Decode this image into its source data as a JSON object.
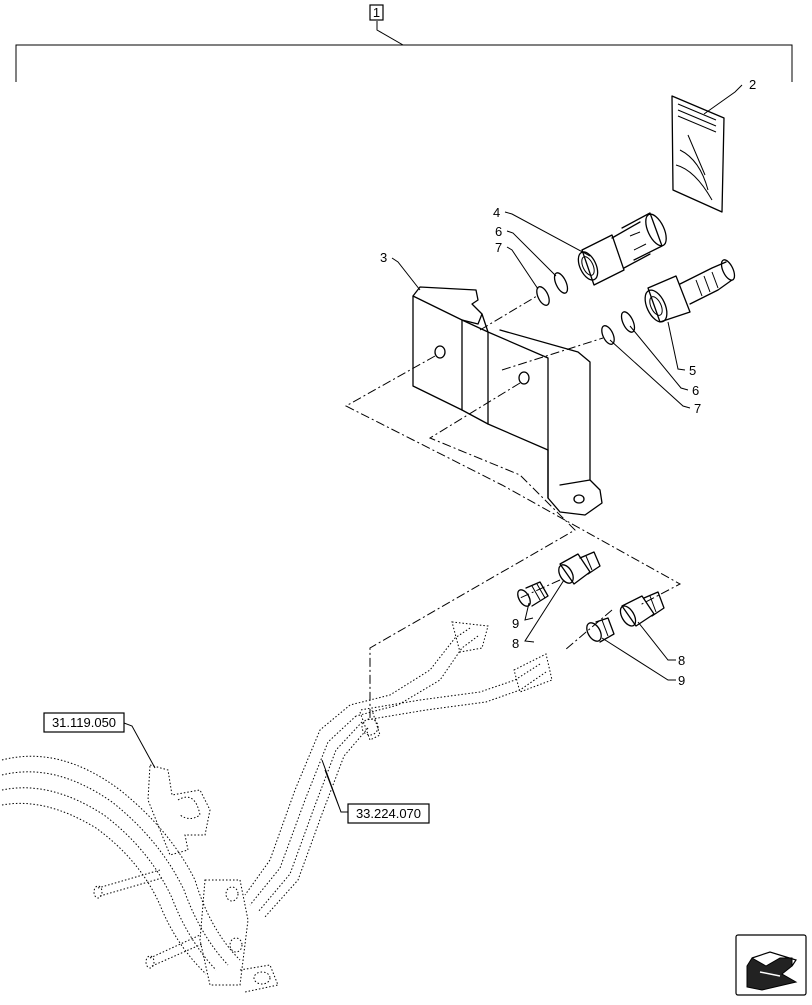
{
  "assembly": {
    "label": "1"
  },
  "callouts": [
    {
      "id": "2",
      "label": "2"
    },
    {
      "id": "3",
      "label": "3"
    },
    {
      "id": "4",
      "label": "4"
    },
    {
      "id": "6a",
      "label": "6"
    },
    {
      "id": "7a",
      "label": "7"
    },
    {
      "id": "5",
      "label": "5"
    },
    {
      "id": "6b",
      "label": "6"
    },
    {
      "id": "7b",
      "label": "7"
    },
    {
      "id": "9a",
      "label": "9"
    },
    {
      "id": "8a",
      "label": "8"
    },
    {
      "id": "8b",
      "label": "8"
    },
    {
      "id": "9b",
      "label": "9"
    }
  ],
  "references": {
    "frame": "31.119.050",
    "hoses": "33.224.070"
  },
  "nav": {
    "icon": "next-page-arrow-icon"
  }
}
